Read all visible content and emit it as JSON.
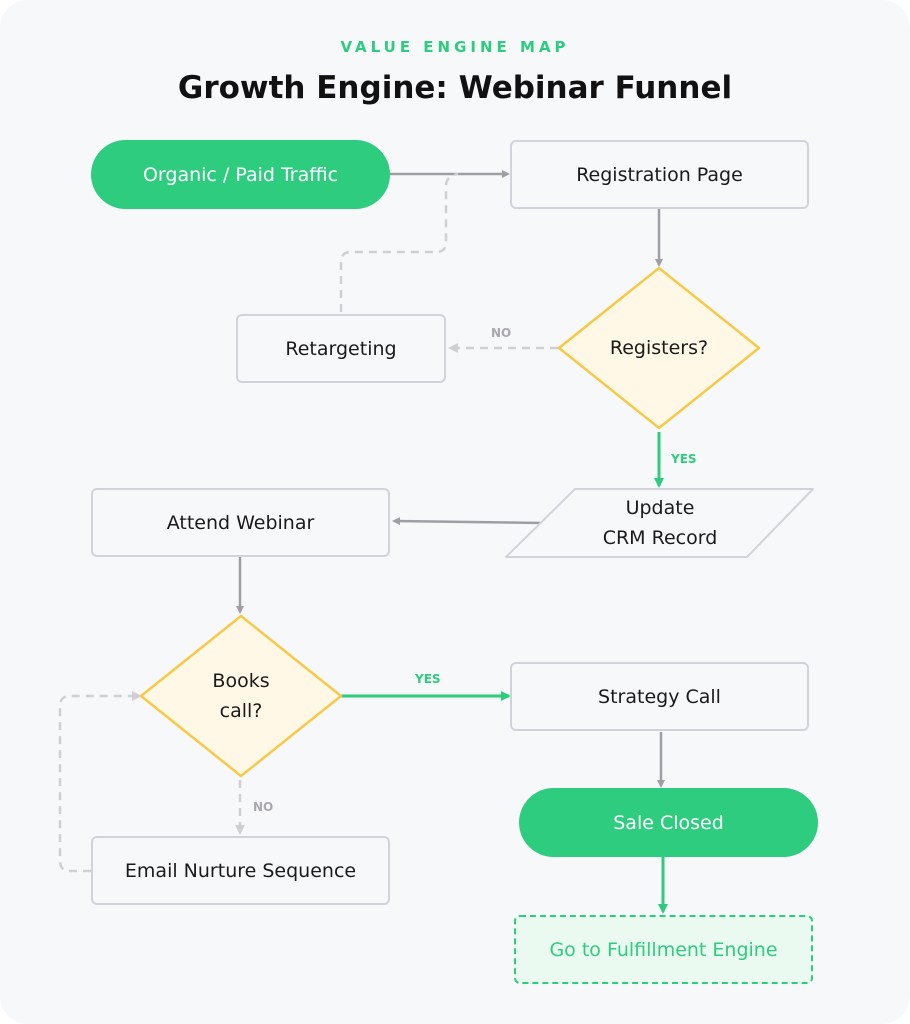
{
  "header": {
    "eyebrow": "VALUE ENGINE MAP",
    "title": "Growth Engine: Webinar Funnel"
  },
  "colors": {
    "accent_green": "#2ecc7f",
    "decision_fill": "#fff8e6",
    "decision_stroke": "#f7c948",
    "edge_gray": "#9e9ea4",
    "edge_dashed": "#d0d0d4"
  },
  "nodes": {
    "traffic": "Organic / Paid Traffic",
    "registration": "Registration Page",
    "registers_decision": "Registers?",
    "retargeting": "Retargeting",
    "update_crm_line1": "Update",
    "update_crm_line2": "CRM Record",
    "attend_webinar": "Attend Webinar",
    "books_call_line1": "Books",
    "books_call_line2": "call?",
    "email_nurture": "Email Nurture Sequence",
    "strategy_call": "Strategy Call",
    "sale_closed": "Sale Closed",
    "fulfillment": "Go to Fulfillment Engine"
  },
  "edge_labels": {
    "registers_no": "NO",
    "registers_yes": "YES",
    "books_yes": "YES",
    "books_no": "NO"
  }
}
